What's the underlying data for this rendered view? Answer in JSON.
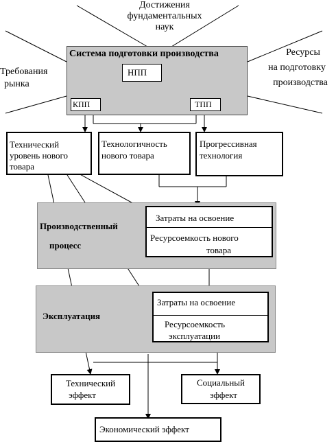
{
  "top_inputs": {
    "fundamental_sciences": [
      "Достижения",
      "фундаментальных",
      "наук"
    ],
    "market_requirements": [
      "Требования",
      "рынка"
    ],
    "preparation_resources": [
      "Ресурсы",
      "на подготовку",
      "производства"
    ]
  },
  "prep_system": {
    "title": "Система подготовки производства",
    "npp": "НПП",
    "kpp": "КПП",
    "tpp": "ТПП"
  },
  "product_row": {
    "tech_level": [
      "Технический",
      "уровень нового",
      "товара"
    ],
    "manufacturability": [
      "Технологичность",
      "нового товара"
    ],
    "progressive_tech": [
      "Прогрессивная",
      "технология"
    ]
  },
  "production": {
    "label": [
      "Производственный",
      "процесс"
    ],
    "costs": "Затраты на освоение",
    "resource_intensity": [
      "Ресурсоемкость нового",
      "товара"
    ]
  },
  "operation": {
    "label": "Эксплуатация",
    "costs": "Затраты на освоение",
    "resource_intensity": [
      "Ресурсоемкость",
      "эксплуатации"
    ]
  },
  "effects": {
    "technical": [
      "Технический",
      "эффект"
    ],
    "social": [
      "Социальный",
      "эффект"
    ],
    "economic": "Экономический эффект"
  }
}
